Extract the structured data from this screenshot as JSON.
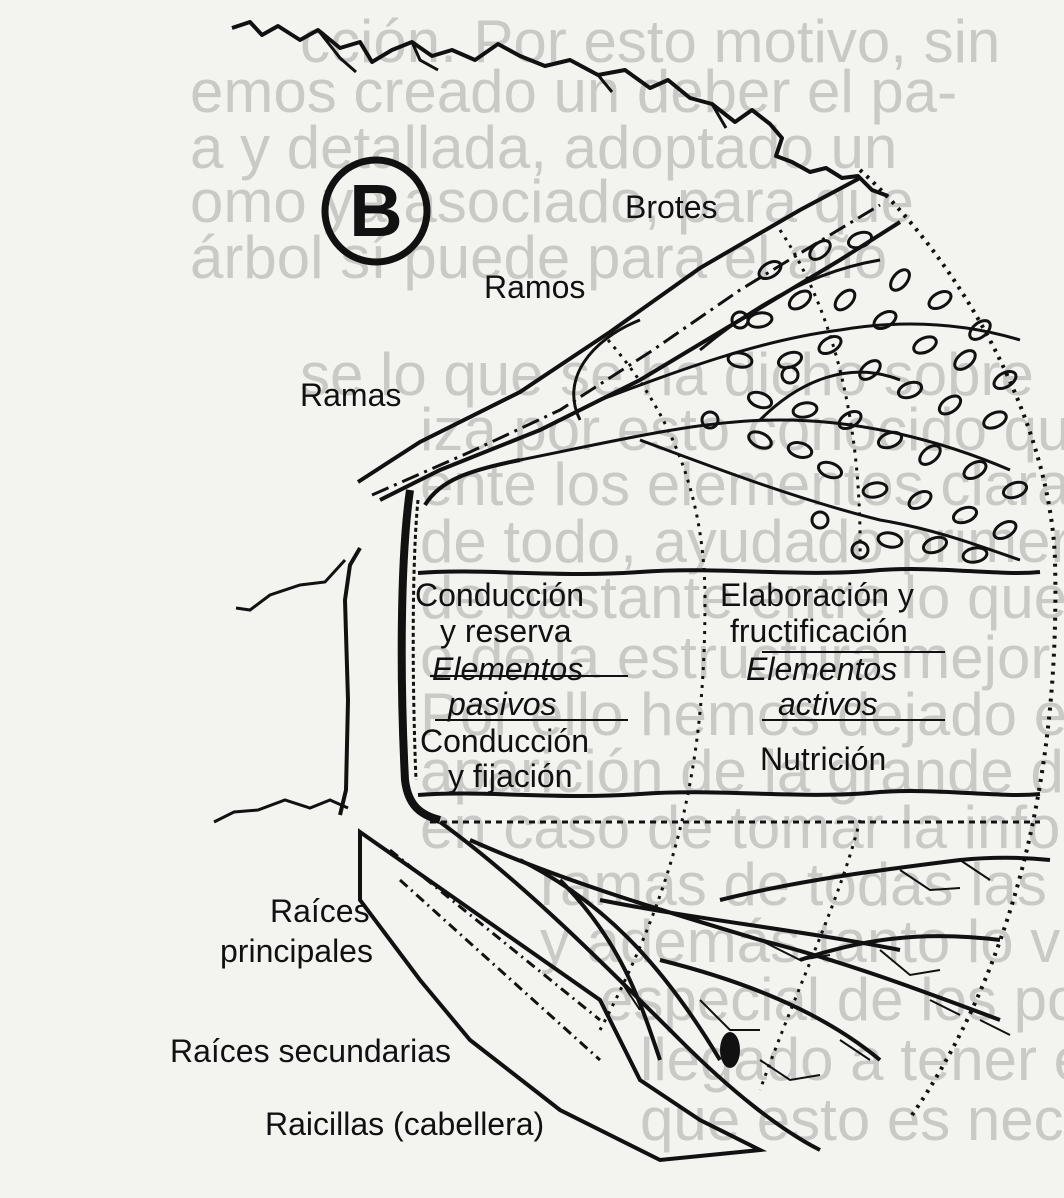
{
  "badge": "B",
  "labels": {
    "brotes": "Brotes",
    "ramos": "Ramos",
    "ramas": "Ramas",
    "raices_principales_1": "Raíces",
    "raices_principales_2": "principales",
    "raices_secundarias": "Raíces secundarias",
    "raicillas": "Raicillas (cabellera)"
  },
  "zones": {
    "left_top_1": "Conducción",
    "left_top_2": "y reserva",
    "left_mid_1": "Elementos",
    "left_mid_2": "pasivos",
    "left_bot_1": "Conducción",
    "left_bot_2": "y fijación",
    "right_top_1": "Elaboración y",
    "right_top_2": "fructificación",
    "right_mid_1": "Elementos",
    "right_mid_2": "activos",
    "right_bot": "Nutrición"
  },
  "bleed_text": [
    "cción. Por esto motivo, sin",
    "emos creado un deber el pa-",
    "a y detallada, adoptado un",
    "omo ya asociado, para que",
    "árbol sí puede para el año",
    "se lo que se ha dicho sobre",
    "iza por esto conocido que",
    "ente los elementos claramente",
    "de todo, ayudado primera-",
    "de bastante entre lo que",
    "o de la estructura mejor el",
    "Por ello hemos dejado el",
    "aparición de la grande de tres ca-",
    "en caso de tomar la información",
    "ramas de todas las partes en-",
    "y además tanto lo visible",
    "especial de los podado un",
    "llegado a tener este trabajo",
    "que esto es necesario hacer"
  ]
}
